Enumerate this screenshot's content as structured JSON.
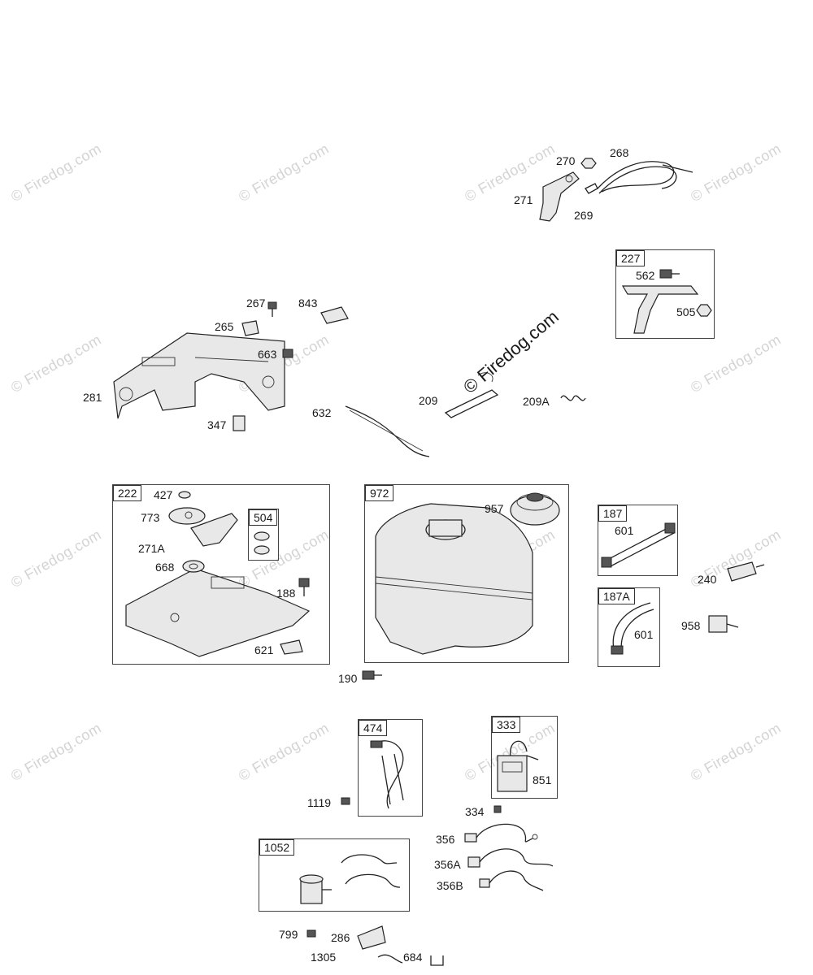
{
  "watermark": "© Firedog.com",
  "center_watermark": "© Firedog.com",
  "part_labels": {
    "p270": "270",
    "p268": "268",
    "p271": "271",
    "p269": "269",
    "p562": "562",
    "p505": "505",
    "p267": "267",
    "p843": "843",
    "p265": "265",
    "p663": "663",
    "p281": "281",
    "p347": "347",
    "p632": "632",
    "p209": "209",
    "p209A": "209A",
    "p427": "427",
    "p773": "773",
    "p271A": "271A",
    "p668": "668",
    "p188": "188",
    "p621": "621",
    "p190": "190",
    "p957": "957",
    "p601a": "601",
    "p601b": "601",
    "p240": "240",
    "p958": "958",
    "p1119": "1119",
    "p851": "851",
    "p334": "334",
    "p356": "356",
    "p356A": "356A",
    "p356B": "356B",
    "p799": "799",
    "p286": "286",
    "p1305": "1305",
    "p684": "684"
  },
  "group_boxes": {
    "b227": "227",
    "b222": "222",
    "b504": "504",
    "b972": "972",
    "b187": "187",
    "b187A": "187A",
    "b474": "474",
    "b333": "333",
    "b1052": "1052"
  }
}
